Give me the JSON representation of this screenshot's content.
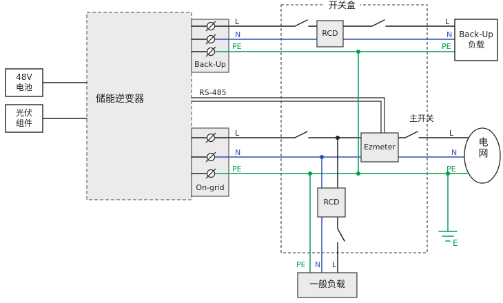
{
  "colors": {
    "l": "#1f1f1f",
    "n": "#2b4eb5",
    "pe": "#009e4f",
    "fill": "#ebebeb",
    "border": "#4a4a4a"
  },
  "labels": {
    "battery_line1": "48V",
    "battery_line2": "电池",
    "pv_line1": "光伏",
    "pv_line2": "组件",
    "inverter": "储能逆变器",
    "backup_port": "Back-Up",
    "ongrid_port": "On-grid",
    "rs485": "RS-485",
    "switch_box": "开关盒",
    "rcd_top": "RCD",
    "rcd_bottom": "RCD",
    "ezmeter": "Ezmeter",
    "main_switch": "主开关",
    "grid": "电网",
    "backup_load_line1": "Back-Up",
    "backup_load_line2": "负载",
    "general_load": "一般负载",
    "earth": "E",
    "l": "L",
    "n": "N",
    "pe": "PE"
  }
}
